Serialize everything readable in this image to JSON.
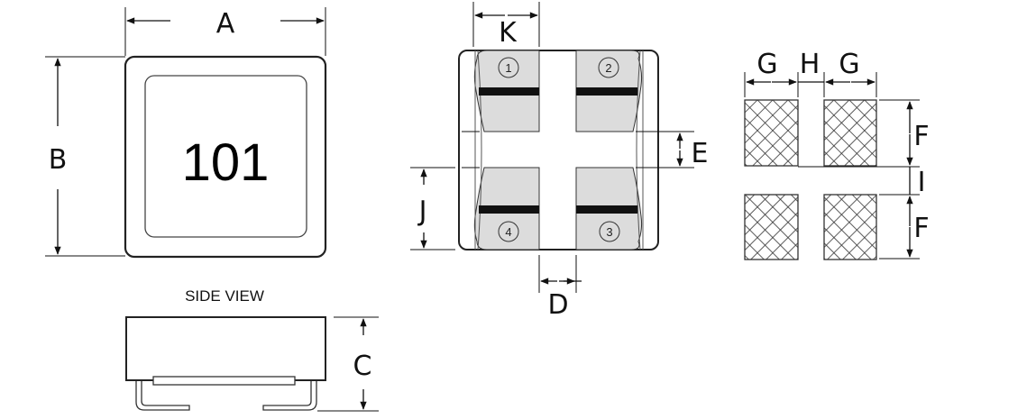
{
  "top_view": {
    "marking": "101",
    "dim_width": "A",
    "dim_height": "B"
  },
  "side_view": {
    "title": "SIDE VIEW",
    "dim_height": "C"
  },
  "bottom_view": {
    "dim_pad_width": "K",
    "dim_pad_gap_x": "D",
    "dim_pad_gap_y": "E",
    "dim_pad_height": "J",
    "pins": [
      "1",
      "2",
      "3",
      "4"
    ],
    "pad_fill": "#dcdcdc"
  },
  "land_pattern": {
    "dim_pad_width_left": "G",
    "dim_gap": "H",
    "dim_pad_width_right": "G",
    "dim_pad_height_top": "F",
    "dim_gap_vertical": "I",
    "dim_pad_height_bottom": "F"
  }
}
